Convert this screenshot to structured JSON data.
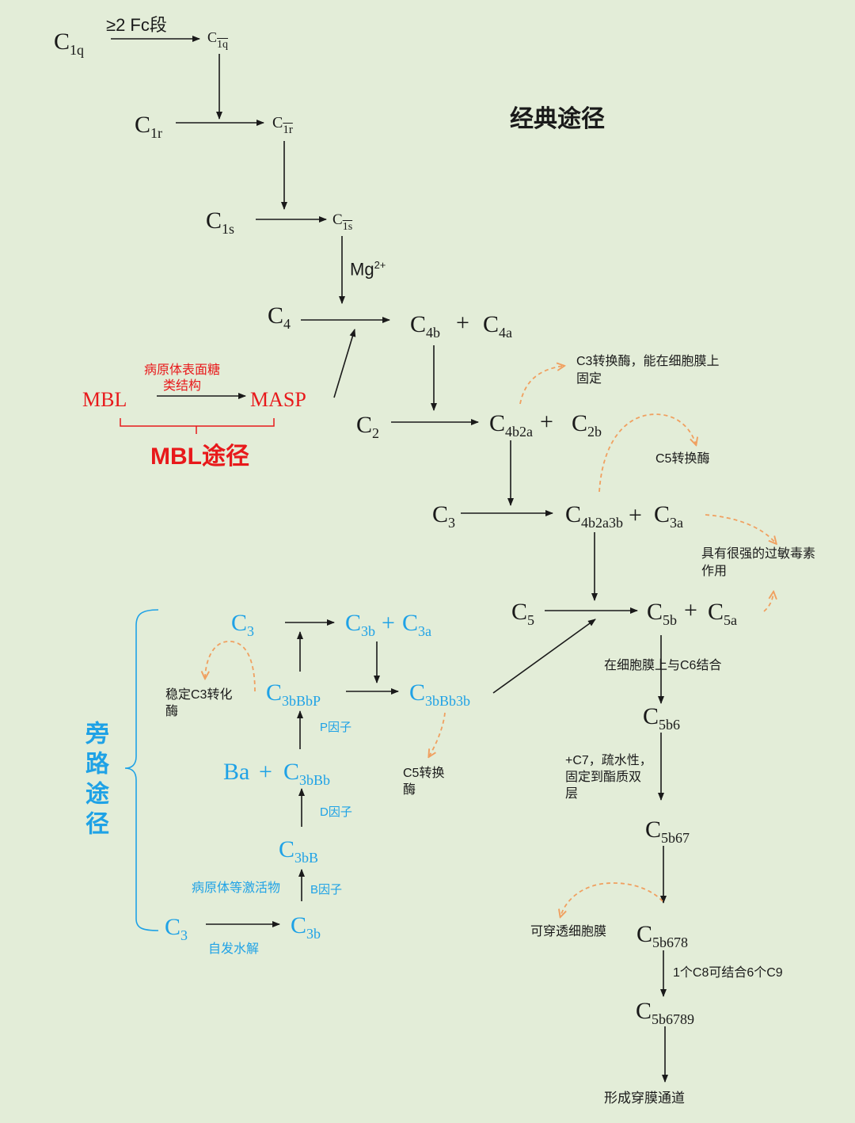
{
  "title": "经典途径",
  "mbl_title": "MBL途径",
  "alt_title": "旁路途径",
  "classical": {
    "c1q": {
      "base": "C",
      "sub": "1q"
    },
    "c1q_act": {
      "base": "C",
      "sub": "1q"
    },
    "fc_label": "≥2 Fc段",
    "c1r": {
      "base": "C",
      "sub": "1r"
    },
    "c1r_act": {
      "base": "C",
      "sub": "1r"
    },
    "c1s": {
      "base": "C",
      "sub": "1s"
    },
    "c1s_act": {
      "base": "C",
      "sub": "1s"
    },
    "mg_label": {
      "base": "Mg",
      "sup": "2+"
    },
    "c4": {
      "base": "C",
      "sub": "4"
    },
    "c4b": {
      "base": "C",
      "sub": "4b"
    },
    "plus": "+",
    "c4a": {
      "base": "C",
      "sub": "4a"
    },
    "c2": {
      "base": "C",
      "sub": "2"
    },
    "c4b2a": {
      "base": "C",
      "sub": "4b2a"
    },
    "c2b": {
      "base": "C",
      "sub": "2b"
    },
    "c3": {
      "base": "C",
      "sub": "3"
    },
    "c4b2a3b": {
      "base": "C",
      "sub": "4b2a3b"
    },
    "c3a": {
      "base": "C",
      "sub": "3a"
    },
    "c5": {
      "base": "C",
      "sub": "5"
    },
    "c5b": {
      "base": "C",
      "sub": "5b"
    },
    "c5a": {
      "base": "C",
      "sub": "5a"
    },
    "c5b6": {
      "base": "C",
      "sub": "5b6"
    },
    "c5b67": {
      "base": "C",
      "sub": "5b67"
    },
    "c5b678": {
      "base": "C",
      "sub": "5b678"
    },
    "c5b6789": {
      "base": "C",
      "sub": "5b6789"
    }
  },
  "notes": {
    "c3_convertase": "C3转换酶，能在细胞膜上\n固定",
    "c5_convertase": "C5转换酶",
    "anaphylatoxin": "具有很强的过敏毒素\n作用",
    "bind_c6": "在细胞膜上与C6结合",
    "c7_note": "+C7，疏水性，\n固定到酯质双\n层",
    "penetrate": "可穿透细胞膜",
    "c8_note": "1个C8可结合6个C9",
    "pore": "形成穿膜通道"
  },
  "mbl": {
    "mbl": "MBL",
    "masp": "MASP",
    "label": "病原体表面糖\n类结构"
  },
  "alternative": {
    "c3_top": {
      "base": "C",
      "sub": "3"
    },
    "c3b_top": {
      "base": "C",
      "sub": "3b"
    },
    "plus": "+",
    "c3a_top": {
      "base": "C",
      "sub": "3a"
    },
    "c3bbbp": {
      "base": "C",
      "sub": "3bBbP"
    },
    "c3bbb3b": {
      "base": "C",
      "sub": "3bBb3b"
    },
    "stabilize": "稳定C3转化\n酶",
    "c5_conv": "C5转换\n酶",
    "p_factor": "P因子",
    "ba": "Ba",
    "c3bbb": {
      "base": "C",
      "sub": "3bBb"
    },
    "d_factor": "D因子",
    "c3bb": {
      "base": "C",
      "sub": "3bB"
    },
    "activator": "病原体等激活物",
    "b_factor": "B因子",
    "c3_bottom": {
      "base": "C",
      "sub": "3"
    },
    "c3b_bottom": {
      "base": "C",
      "sub": "3b"
    },
    "hydrolysis": "自发水解"
  },
  "colors": {
    "background": "#e3edd8",
    "black": "#1a1a1a",
    "blue": "#1fa2e6",
    "red": "#e8191b",
    "orange_dashed": "#f0a060"
  }
}
